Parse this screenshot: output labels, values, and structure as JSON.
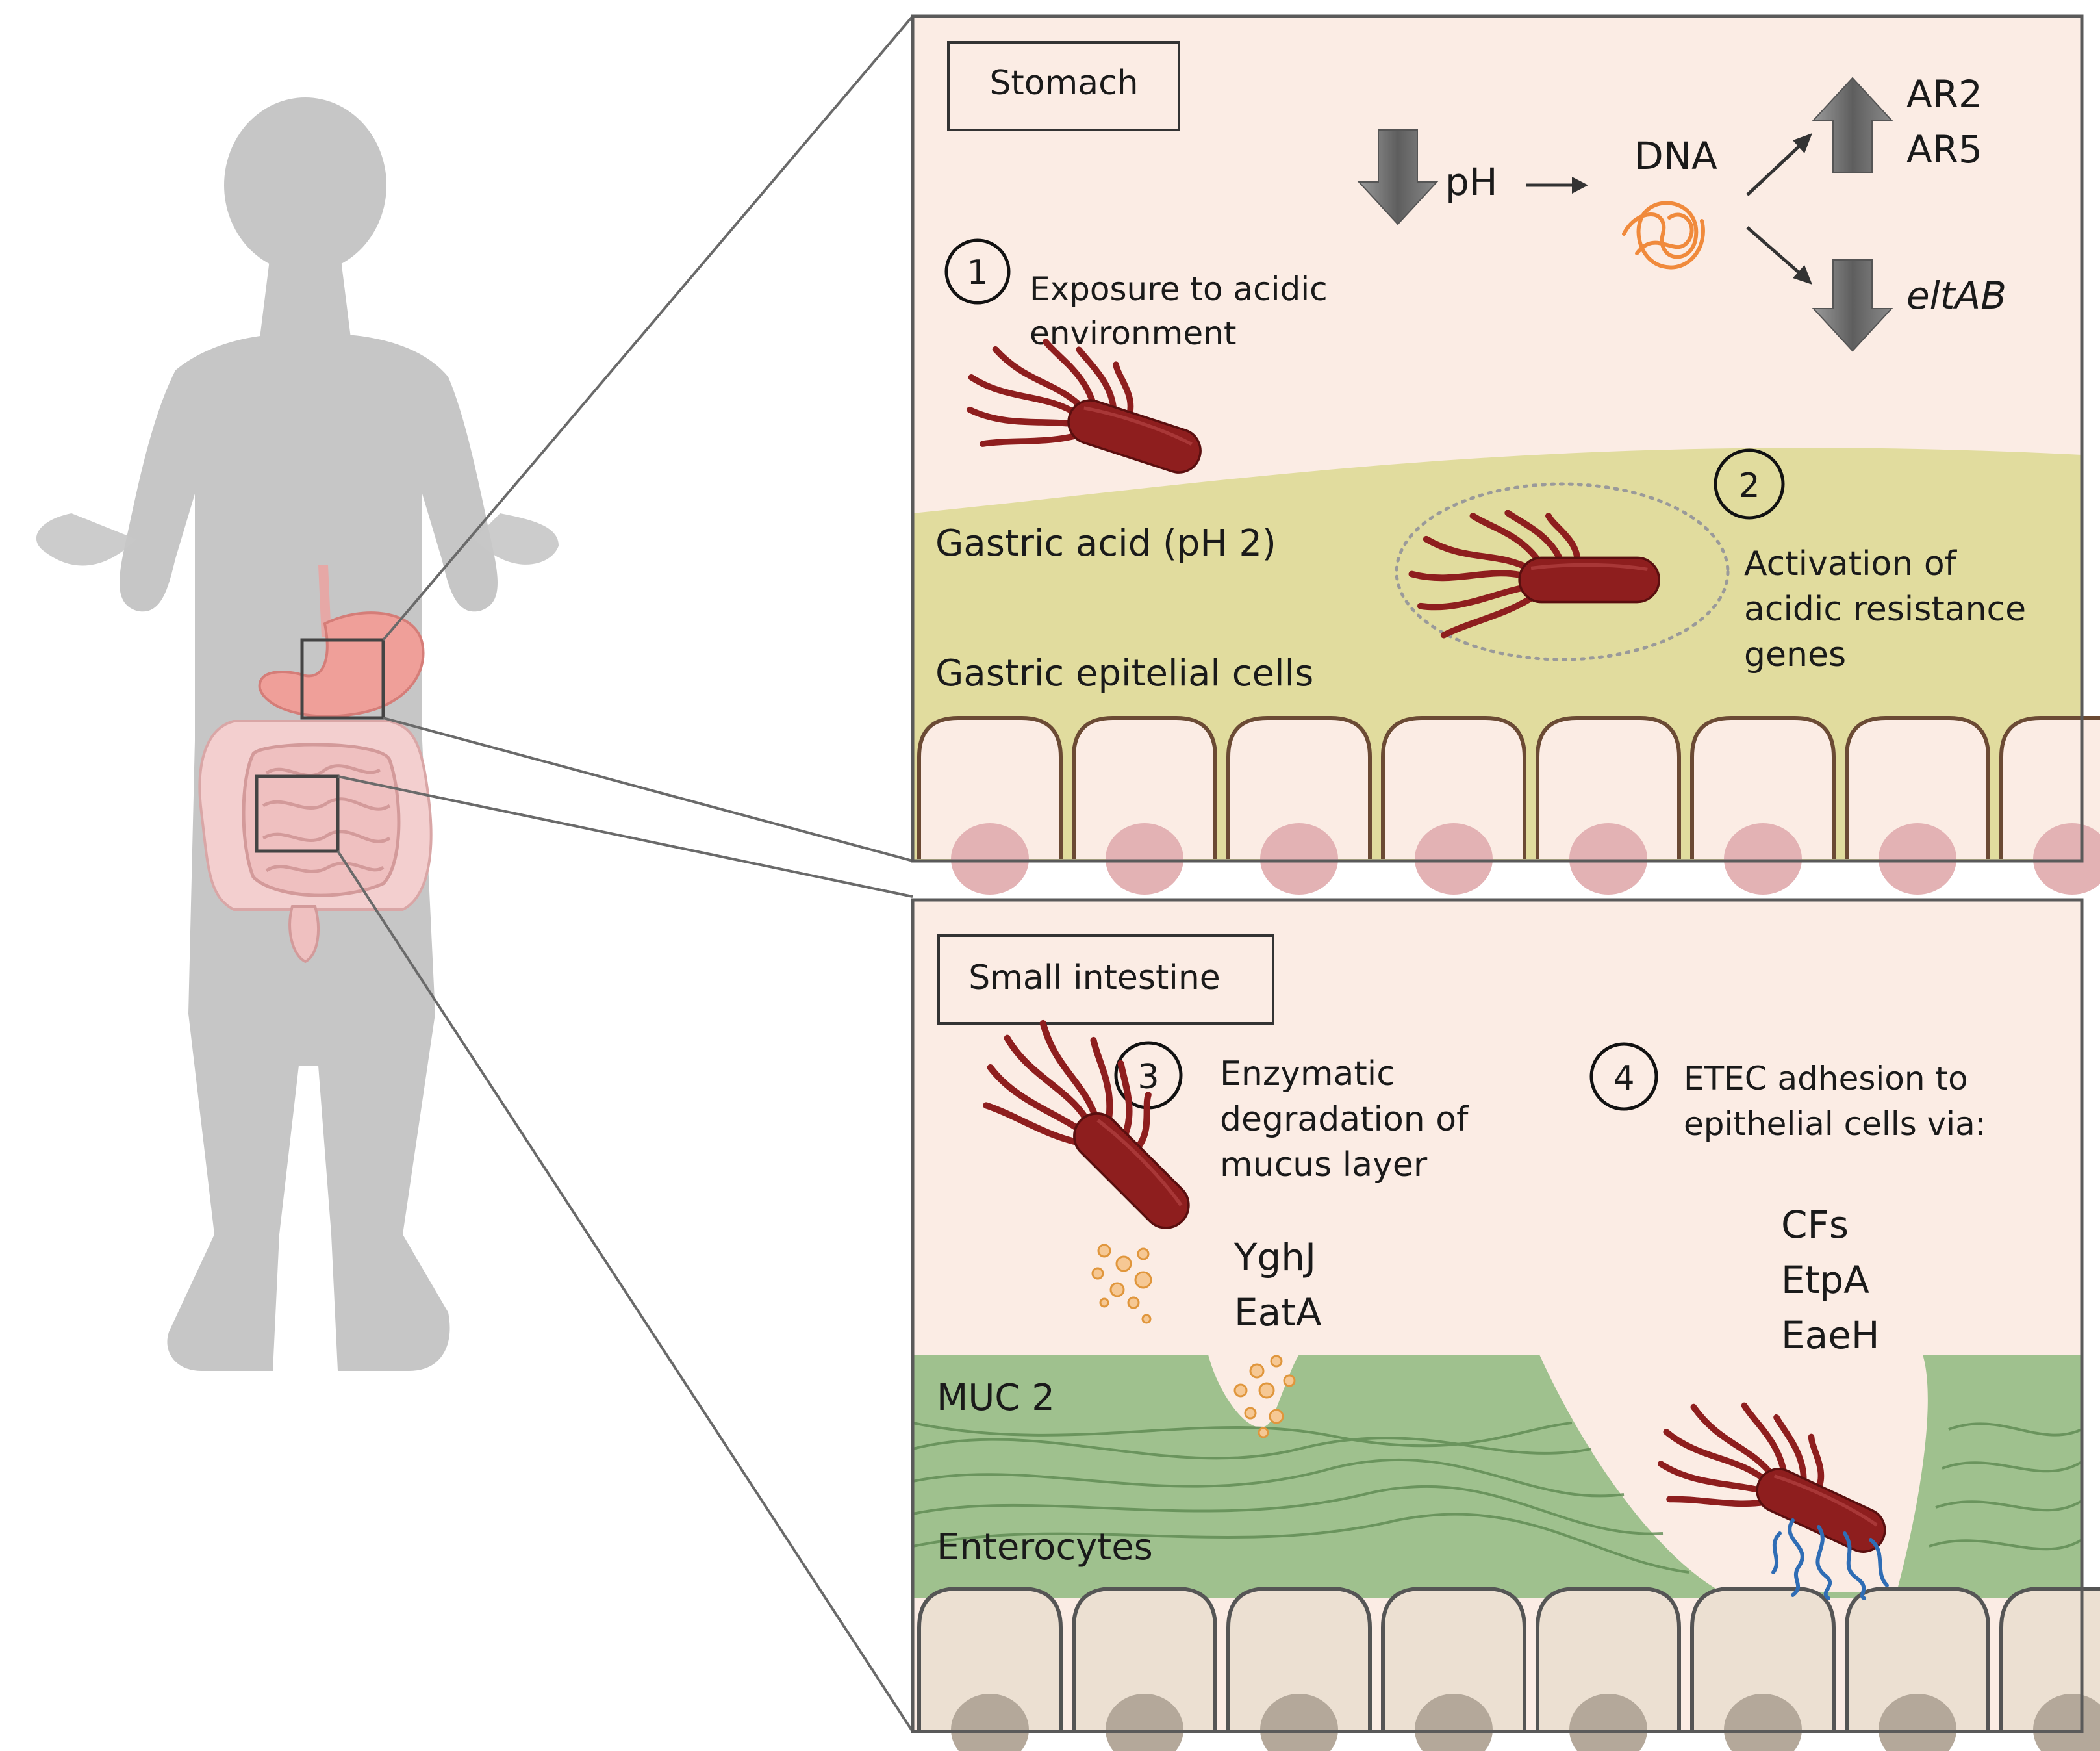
{
  "stomach_panel": {
    "title": "Stomach",
    "step1_number": "1",
    "step1_text_line1": "Exposure to acidic",
    "step1_text_line2": "environment",
    "ph_label": "pH",
    "dna_label": "DNA",
    "upregulated_genes": [
      "AR2",
      "AR5"
    ],
    "downregulated_gene": "eltAB",
    "gastric_acid_label": "Gastric acid (pH 2)",
    "gastric_cells_label": "Gastric epitelial cells",
    "step2_number": "2",
    "step2_text_line1": "Activation of",
    "step2_text_line2": "acidic resistance",
    "step2_text_line3": "genes"
  },
  "intestine_panel": {
    "title": "Small intestine",
    "step3_number": "3",
    "step3_text_line1": "Enzymatic",
    "step3_text_line2": "degradation of",
    "step3_text_line3": "mucus layer",
    "enzymes": [
      "YghJ",
      "EatA"
    ],
    "step4_number": "4",
    "step4_text_line1": "ETEC adhesion to",
    "step4_text_line2": "epithelial cells via:",
    "adhesins": [
      "CFs",
      "EtpA",
      "EaeH"
    ],
    "muc_label": "MUC 2",
    "enterocytes_label": "Enterocytes"
  },
  "colors": {
    "panel_bg": "#fbece4",
    "gastric_acid": "#e1dc9e",
    "mucus": "#9fc18e",
    "bacterium": "#8e1e1e",
    "dna": "#f08a3c",
    "cell_fill": "#fbece4",
    "cell_nucleus": "#e3b2b4",
    "enterocyte_fill": "#ece0d2",
    "enterocyte_nucleus": "#b4a89a",
    "silhouette": "#c6c6c6",
    "adhesin_fiber": "#2f6db5"
  }
}
